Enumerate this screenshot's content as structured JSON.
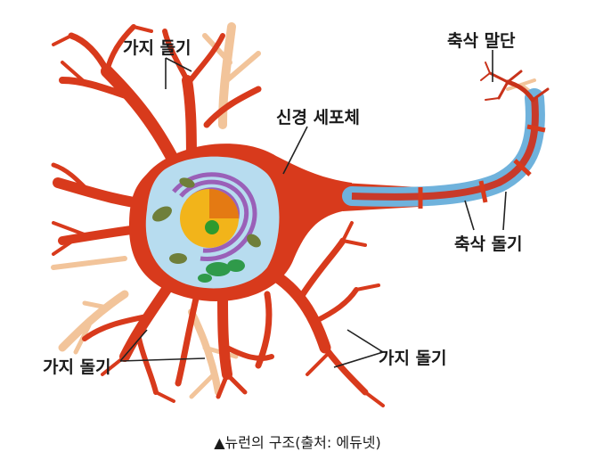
{
  "labels": {
    "dendrite_top": "가지 돌기",
    "axon_terminal": "축삭 말단",
    "cell_body": "신경 세포체",
    "axon": "축삭 돌기",
    "dendrite_bottom_left": "가지 돌기",
    "dendrite_bottom_right": "가지 돌기"
  },
  "caption": "▲뉴런의 구조(출처: 에듀넷)",
  "colors": {
    "neuron_red": "#d83a1c",
    "neuron_dark": "#b62a12",
    "dendrite_light": "#f2c49a",
    "myelin": "#6fb2dc",
    "nucleus": "#f2b41a",
    "golgi": "#9a60b8",
    "mito": "#6f7f3a"
  }
}
